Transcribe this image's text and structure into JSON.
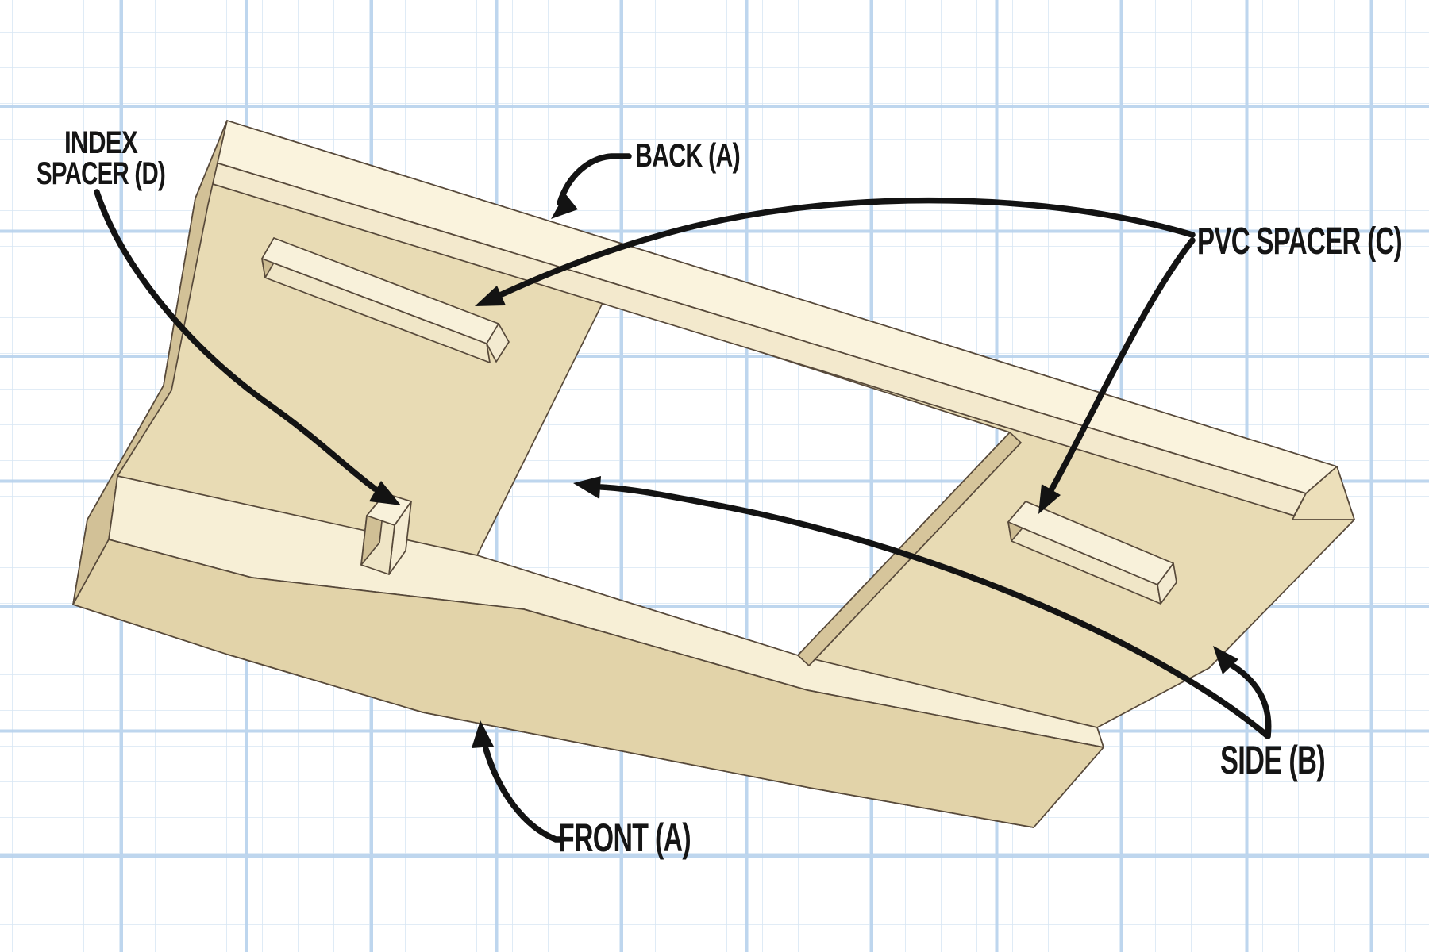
{
  "labels": {
    "index_spacer_line1": "INDEX",
    "index_spacer_line2": "SPACER (D)",
    "back": "BACK (A)",
    "pvc_spacer": "PVC SPACER (C)",
    "side": "SIDE (B)",
    "front": "FRONT (A)"
  },
  "colors": {
    "bg": "#ffffff",
    "grid_minor": "#d7e6f4",
    "grid_major": "#b7d1ec",
    "panel": "#e8dbb4",
    "back_top": "#faf3dd",
    "back_front": "#f3e9cd",
    "bevel_light": "#ecdfba",
    "dark_bevel": "#d2c197",
    "band": "#f7efd6",
    "front_face": "#e2d3a9",
    "edge_dark": "#d6c59b",
    "spacer_top": "#f8f1da",
    "spacer_front": "#f0e6c7",
    "spacer_end_dark": "#cdbc92",
    "spacer_end_light": "#f3ead0",
    "block_top": "#f8f1da",
    "block_front": "#efe5c6",
    "block_right": "#f5ecd2",
    "block_end": "#d0bf95",
    "outline": "#57493a",
    "arrow": "#131313",
    "label": "#151515"
  }
}
